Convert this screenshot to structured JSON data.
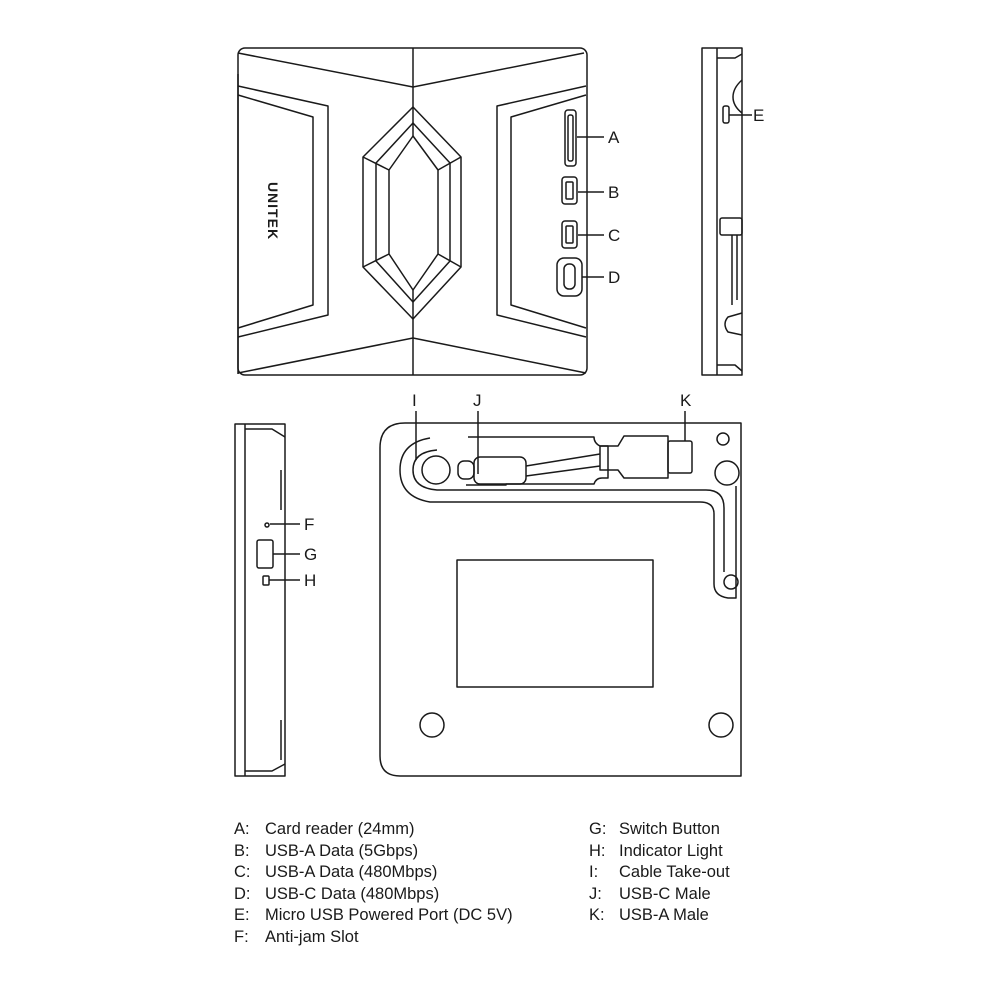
{
  "brand_logo": "UNITEK",
  "callouts": {
    "A": "A",
    "B": "B",
    "C": "C",
    "D": "D",
    "E": "E",
    "F": "F",
    "G": "G",
    "H": "H",
    "I": "I",
    "J": "J",
    "K": "K"
  },
  "legend": {
    "left": [
      {
        "key": "A:",
        "text": "Card reader (24mm)"
      },
      {
        "key": "B:",
        "text": "USB-A Data (5Gbps)"
      },
      {
        "key": "C:",
        "text": "USB-A Data (480Mbps)"
      },
      {
        "key": "D:",
        "text": "USB-C Data (480Mbps)"
      },
      {
        "key": "E:",
        "text": "Micro USB Powered Port (DC 5V)"
      },
      {
        "key": "F:",
        "text": "Anti-jam Slot"
      }
    ],
    "right": [
      {
        "key": "G:",
        "text": "Switch Button"
      },
      {
        "key": "H:",
        "text": "Indicator Light"
      },
      {
        "key": "I:",
        "text": "Cable Take-out"
      },
      {
        "key": "J:",
        "text": "USB-C Male"
      },
      {
        "key": "K:",
        "text": "USB-A Male"
      }
    ]
  }
}
